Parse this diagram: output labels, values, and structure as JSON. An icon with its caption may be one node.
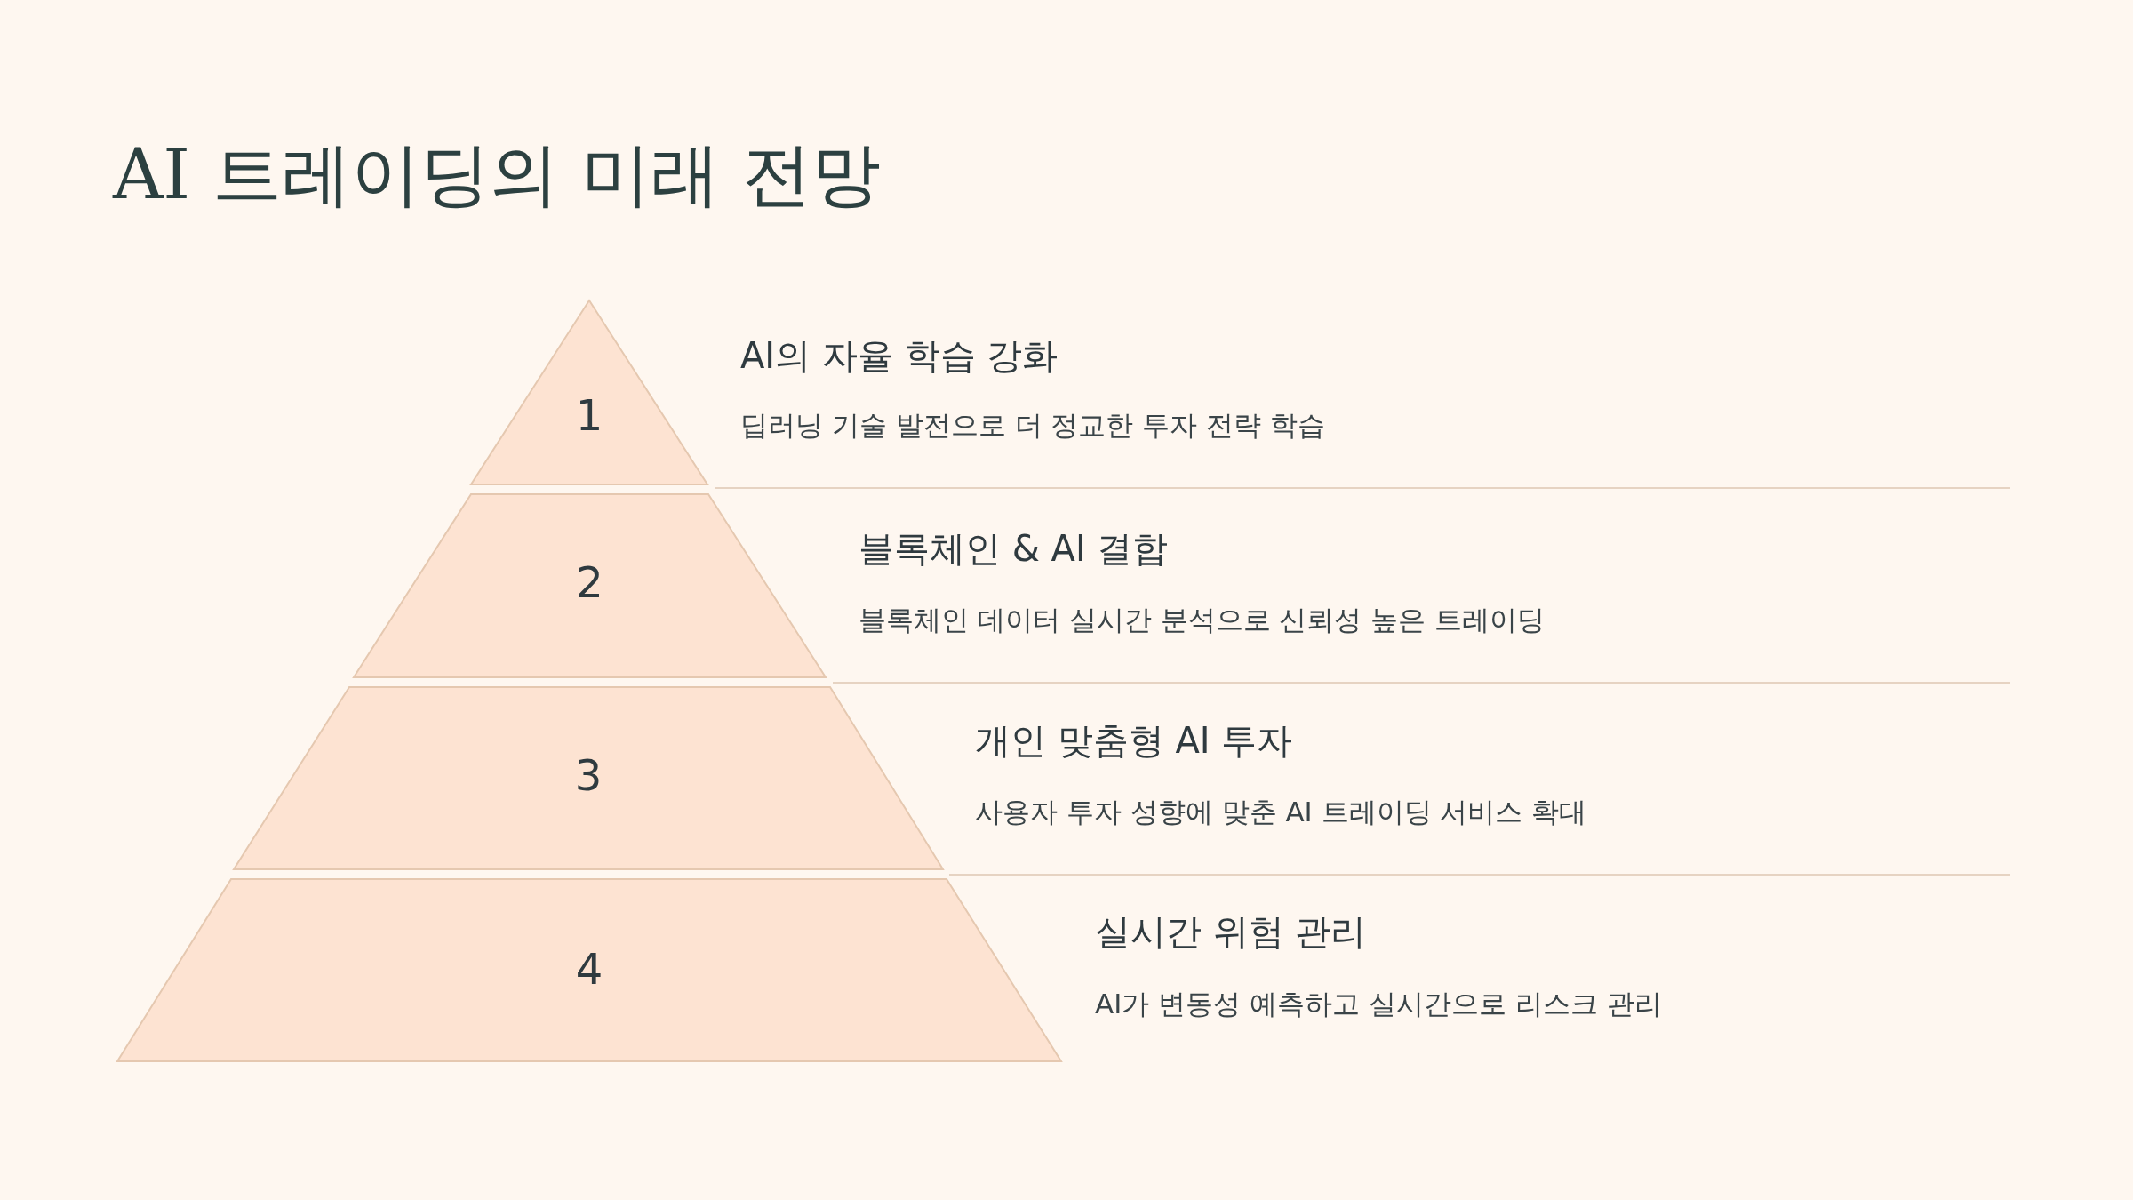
{
  "diagram": {
    "title": "AI 트레이딩의 미래 전망",
    "nodes": [
      {
        "text": [
          "1"
        ],
        "beside": [
          "AI의 자율 학습 강화",
          "딥러닝 기술 발전으로 더 정교한 투자 전략 학습"
        ]
      },
      {
        "text": [
          "2"
        ],
        "beside": [
          "블록체인 & AI 결합",
          "블록체인 데이터 실시간 분석으로 신뢰성 높은 트레이딩"
        ]
      },
      {
        "text": [
          "3"
        ],
        "beside": [
          "개인 맞춤형 AI 투자",
          "사용자 투자 성향에 맞춘 AI 트레이딩 서비스 확대"
        ]
      },
      {
        "text": [
          "4"
        ],
        "beside": [
          "실시간 위험 관리",
          "AI가 변동성 예측하고 실시간으로 리스크 관리"
        ]
      }
    ]
  }
}
